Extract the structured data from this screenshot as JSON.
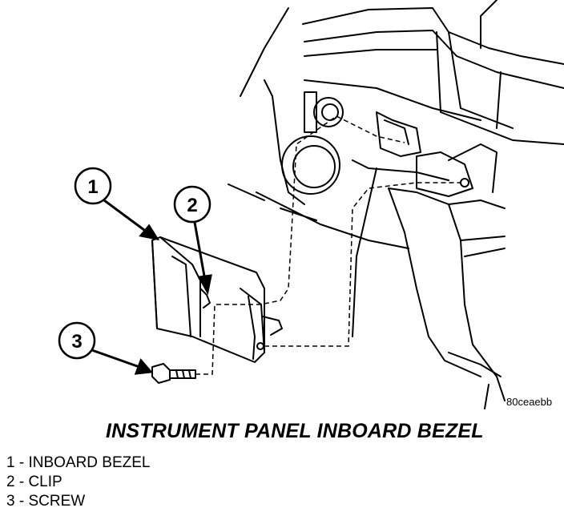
{
  "figure": {
    "code": "80ceaebb",
    "title": "INSTRUMENT PANEL INBOARD BEZEL",
    "callouts": [
      "1",
      "2",
      "3"
    ],
    "legend": [
      "1 - INBOARD BEZEL",
      "2 - CLIP",
      "3 - SCREW"
    ]
  }
}
